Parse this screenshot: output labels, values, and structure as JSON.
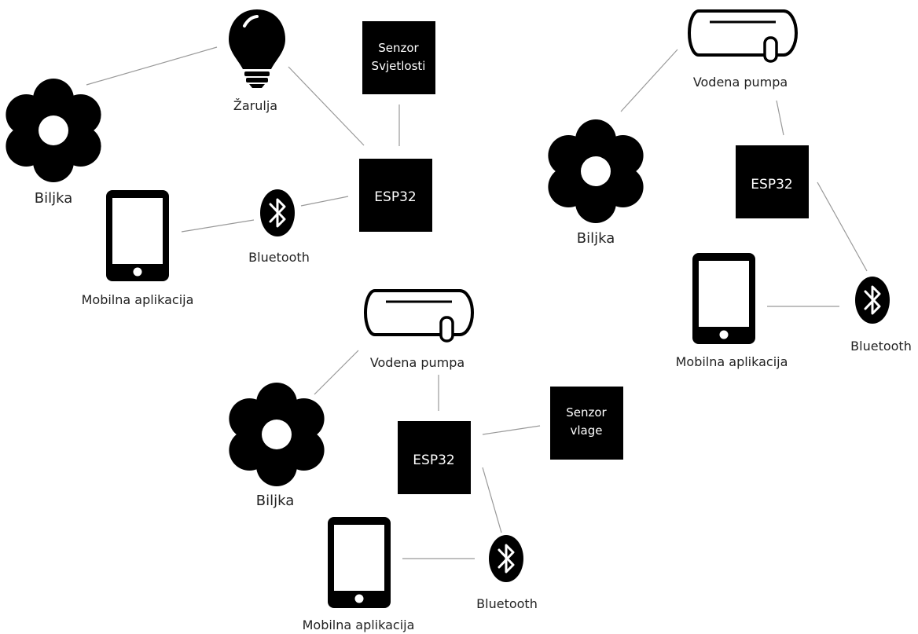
{
  "diagrams": [
    {
      "plant_label": "Biljka",
      "bulb_label": "Žarulja",
      "sensor_lines": [
        "Senzor",
        "Svjetlosti"
      ],
      "esp_label": "ESP32",
      "bluetooth_label": "Bluetooth",
      "phone_label": "Mobilna aplikacija"
    },
    {
      "pump_label": "Vodena pumpa",
      "esp_label": "ESP32",
      "plant_label": "Biljka",
      "phone_label": "Mobilna aplikacija",
      "bluetooth_label": "Bluetooth"
    },
    {
      "pump_label": "Vodena pumpa",
      "plant_label": "Biljka",
      "esp_label": "ESP32",
      "sensor_lines": [
        "Senzor",
        "vlage"
      ],
      "phone_label": "Mobilna aplikacija",
      "bluetooth_label": "Bluetooth"
    }
  ]
}
